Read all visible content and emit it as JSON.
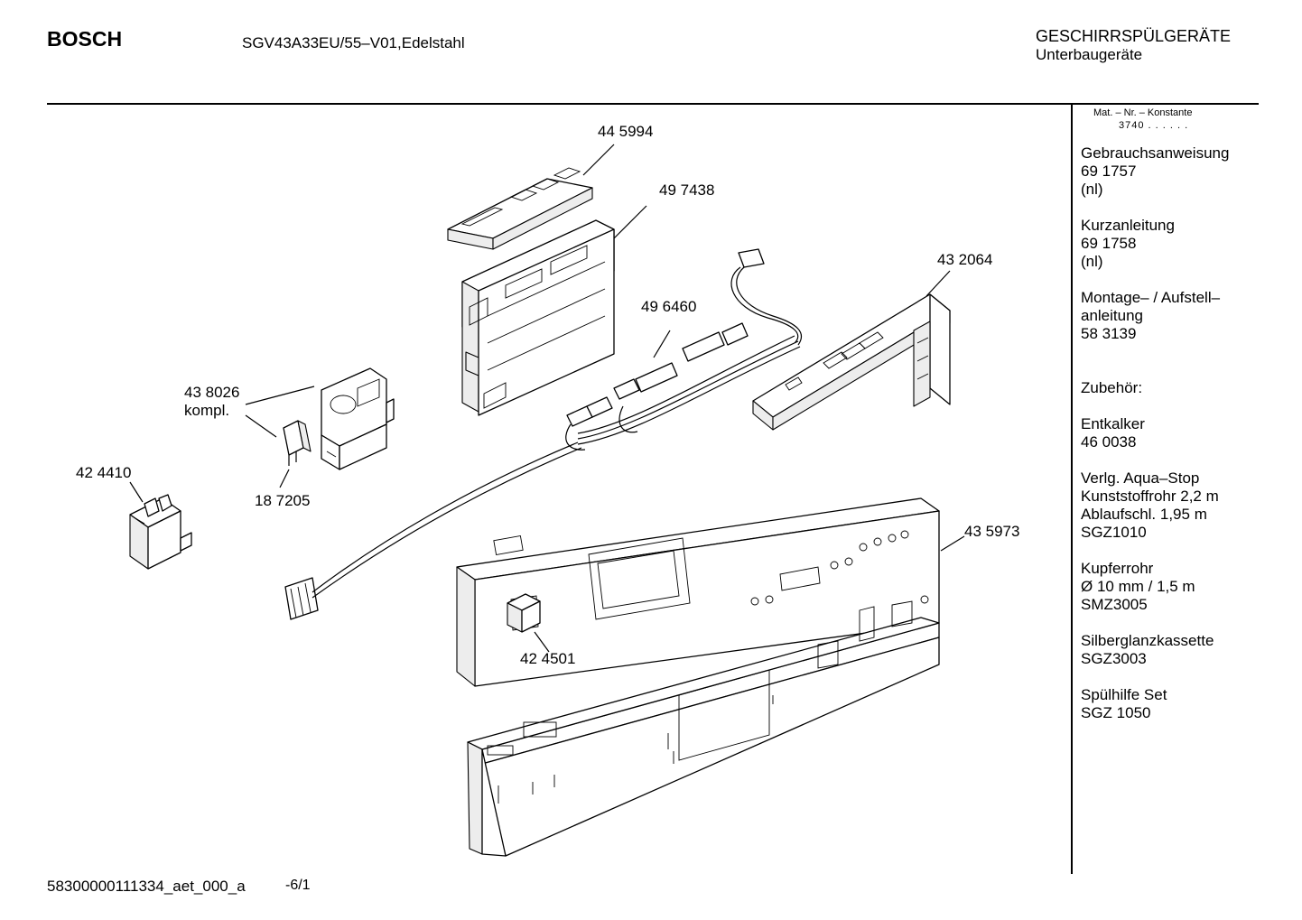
{
  "header": {
    "brand": "BOSCH",
    "model": "SGV43A33EU/55–V01,Edelstahl",
    "category": "GESCHIRRSPÜLGERÄTE",
    "subcategory": "Unterbaugeräte"
  },
  "sidebar": {
    "mat_label": "Mat. – Nr. – Konstante",
    "mat_value": "3740 . . . . . .",
    "sections": [
      {
        "lines": [
          "Gebrauchsanweisung",
          "69 1757",
          "(nl)"
        ]
      },
      {
        "lines": [
          "Kurzanleitung",
          "69 1758",
          "(nl)"
        ]
      },
      {
        "lines": [
          "Montage– / Aufstell–",
          "anleitung",
          "58 3139"
        ]
      },
      {
        "lines": [
          "Zubehör:"
        ]
      },
      {
        "lines": [
          "Entkalker",
          "46 0038"
        ]
      },
      {
        "lines": [
          "Verlg. Aqua–Stop",
          "Kunststoffrohr 2,2 m",
          "Ablaufschl. 1,95 m",
          "SGZ1010"
        ]
      },
      {
        "lines": [
          "Kupferrohr",
          "Ø 10 mm / 1,5 m",
          "SMZ3005"
        ]
      },
      {
        "lines": [
          "Silberglanzkassette",
          "SGZ3003"
        ]
      },
      {
        "lines": [
          "Spülhilfe Set",
          "SGZ 1050"
        ]
      }
    ]
  },
  "parts": {
    "p445994": "44 5994",
    "p497438": "49 7438",
    "p496460": "49 6460",
    "p432064": "43 2064",
    "p438026": "43 8026",
    "p438026b": "kompl.",
    "p424410": "42 4410",
    "p187205": "18 7205",
    "p435973": "43 5973",
    "p424501": "42 4501"
  },
  "footer": {
    "code": "58300000111334_aet_000_a",
    "page": "-6/1"
  }
}
